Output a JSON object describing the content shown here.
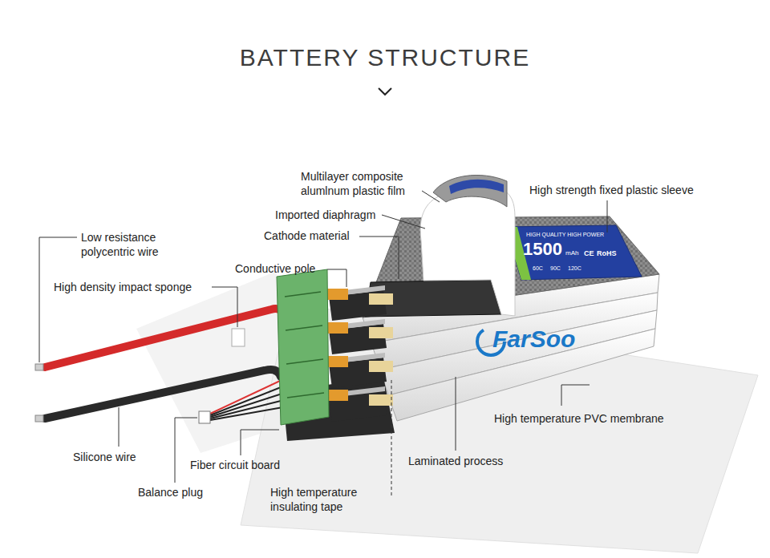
{
  "diagram": {
    "title": "BATTERY STRUCTURE",
    "labels": [
      "Multilayer composite alumlnum plastic film",
      "High strength fixed plastic sleeve",
      "Imported diaphragm",
      "Low resistance polycentric wire",
      "Cathode material",
      "Conductive pole",
      "High density impact sponge",
      "HIGH QUALITY HIGH POWER",
      "1500",
      "mAh",
      "CE",
      "RoHS",
      "60C",
      "90C",
      "120C",
      "FarSoo",
      "High temperature PVC membrane",
      "Silicone wire",
      "Laminated process",
      "Fiber circuit board",
      "Balance plug",
      "High temperature insulating tape"
    ]
  }
}
